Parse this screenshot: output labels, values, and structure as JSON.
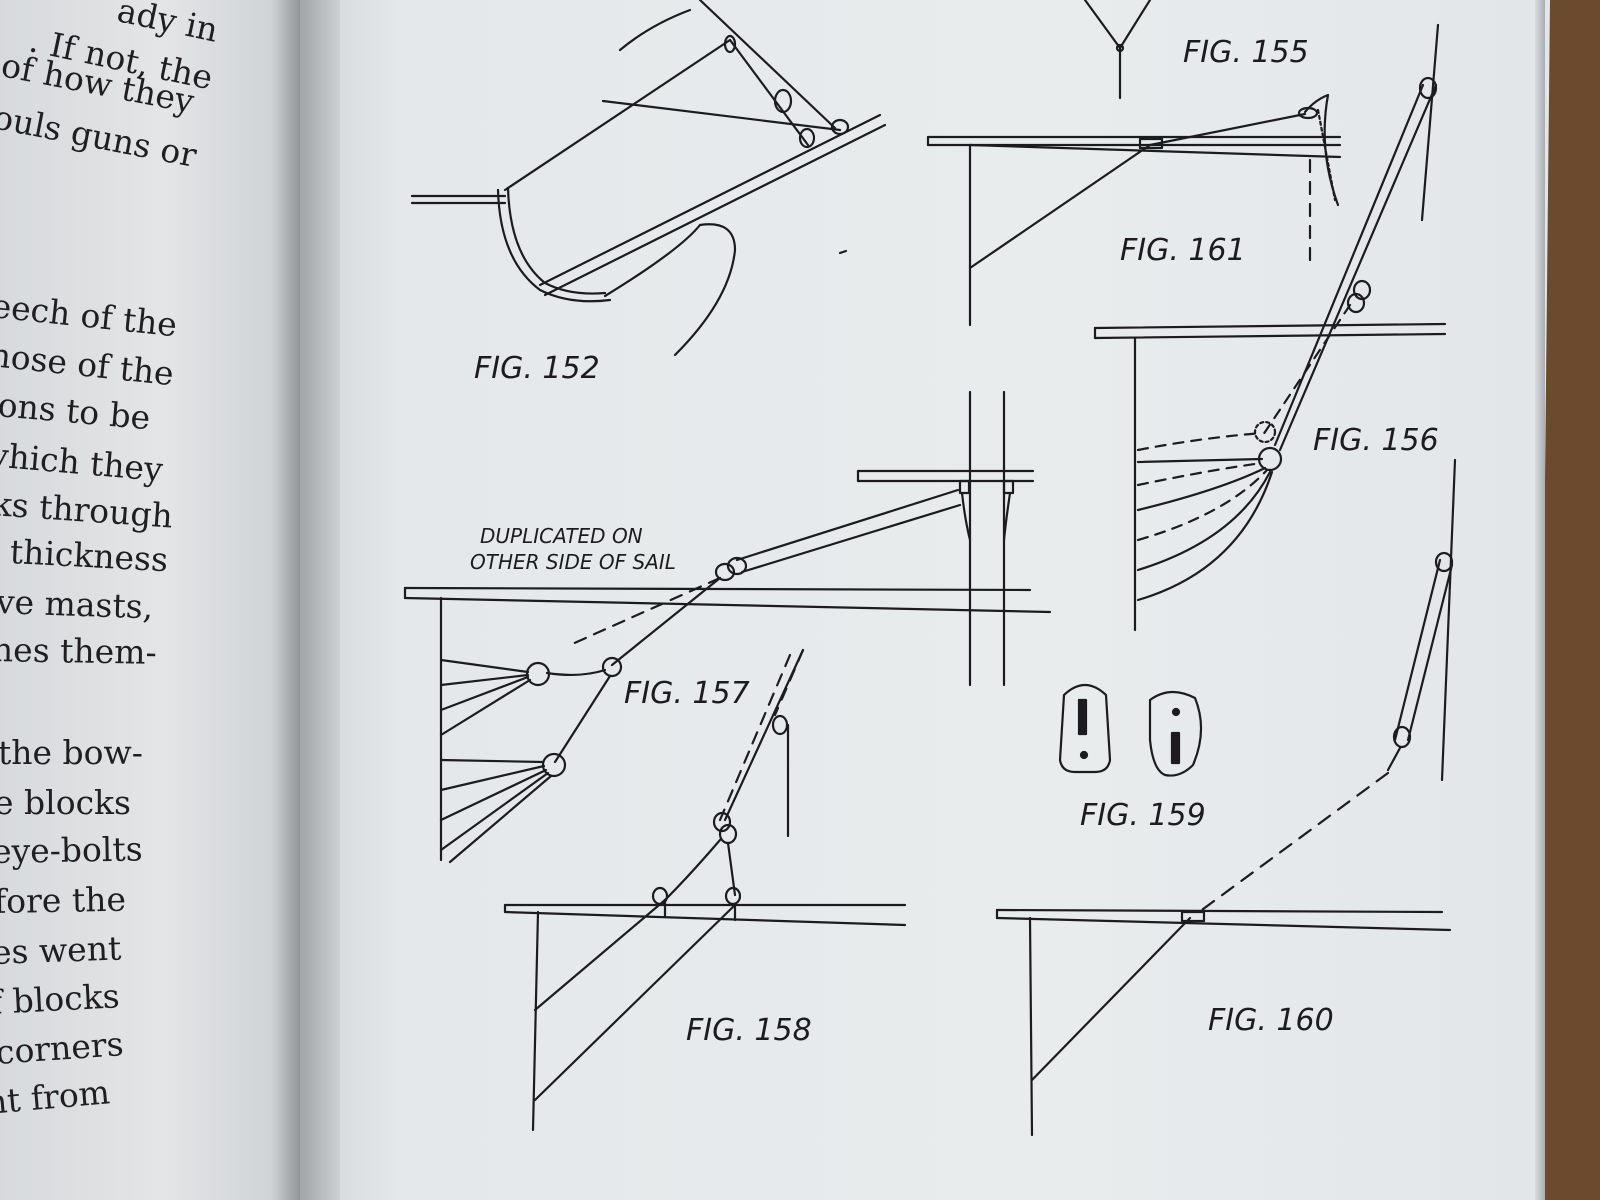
{
  "left_page": {
    "lines": [
      "ady in",
      ". If not, the",
      "of how they",
      "ouls guns or",
      "eech of the",
      "hose of the",
      "ons to be",
      "vhich they",
      "ks through",
      "thickness",
      "ve masts,",
      "nes them-",
      "the bow-",
      "e blocks",
      "eye-bolts",
      "fore the",
      "es went",
      "f blocks",
      "corners",
      "nt from"
    ]
  },
  "figures": {
    "fig152": "FIG. 152",
    "fig155": "FIG. 155",
    "fig161": "FIG. 161",
    "fig156": "FIG. 156",
    "fig157": "FIG. 157",
    "fig157_note_1": "DUPLICATED ON",
    "fig157_note_2": "OTHER SIDE OF SAIL",
    "fig159": "FIG. 159",
    "fig158": "FIG. 158",
    "fig160": "FIG. 160"
  }
}
